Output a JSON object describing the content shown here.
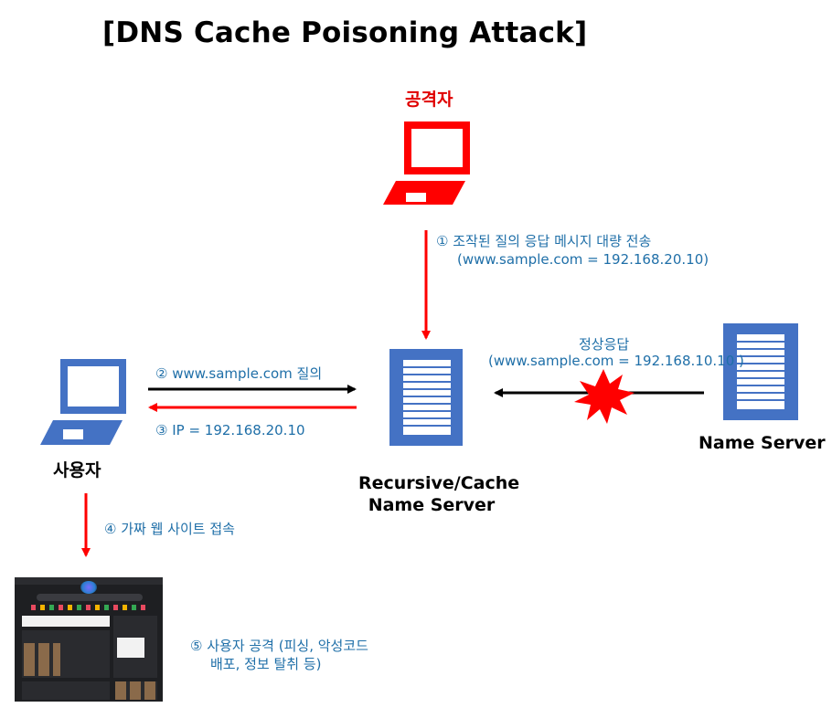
{
  "title": "[DNS Cache Poisoning Attack]",
  "nodes": {
    "attacker": "공격자",
    "user": "사용자",
    "cache_server_line1": "Recursive/Cache",
    "cache_server_line2": "Name Server",
    "name_server": "Name Server"
  },
  "steps": {
    "step1_line1": "① 조작된 질의 응답 메시지 대량 전송",
    "step1_line2": "(www.sample.com = 192.168.20.10)",
    "step2": "② www.sample.com 질의",
    "step3": "③ IP = 192.168.20.10",
    "step4": "④ 가짜 웹 사이트 접속",
    "step5_line1": "⑤ 사용자 공격 (피싱, 악성코드",
    "step5_line2": "배포, 정보 탈취 등)",
    "normal_line1": "정상응답",
    "normal_line2": "(www.sample.com = 192.168.10.10 )"
  },
  "colors": {
    "blue": "#4472c4",
    "red": "#ff0000",
    "text_blue": "#1f6fa8",
    "black": "#000000"
  },
  "icons": {
    "attacker": "laptop-icon",
    "user": "laptop-icon",
    "cache_server": "server-icon",
    "name_server": "server-icon",
    "blocked_response": "explosion-icon",
    "fake_site": "webpage-screenshot"
  }
}
